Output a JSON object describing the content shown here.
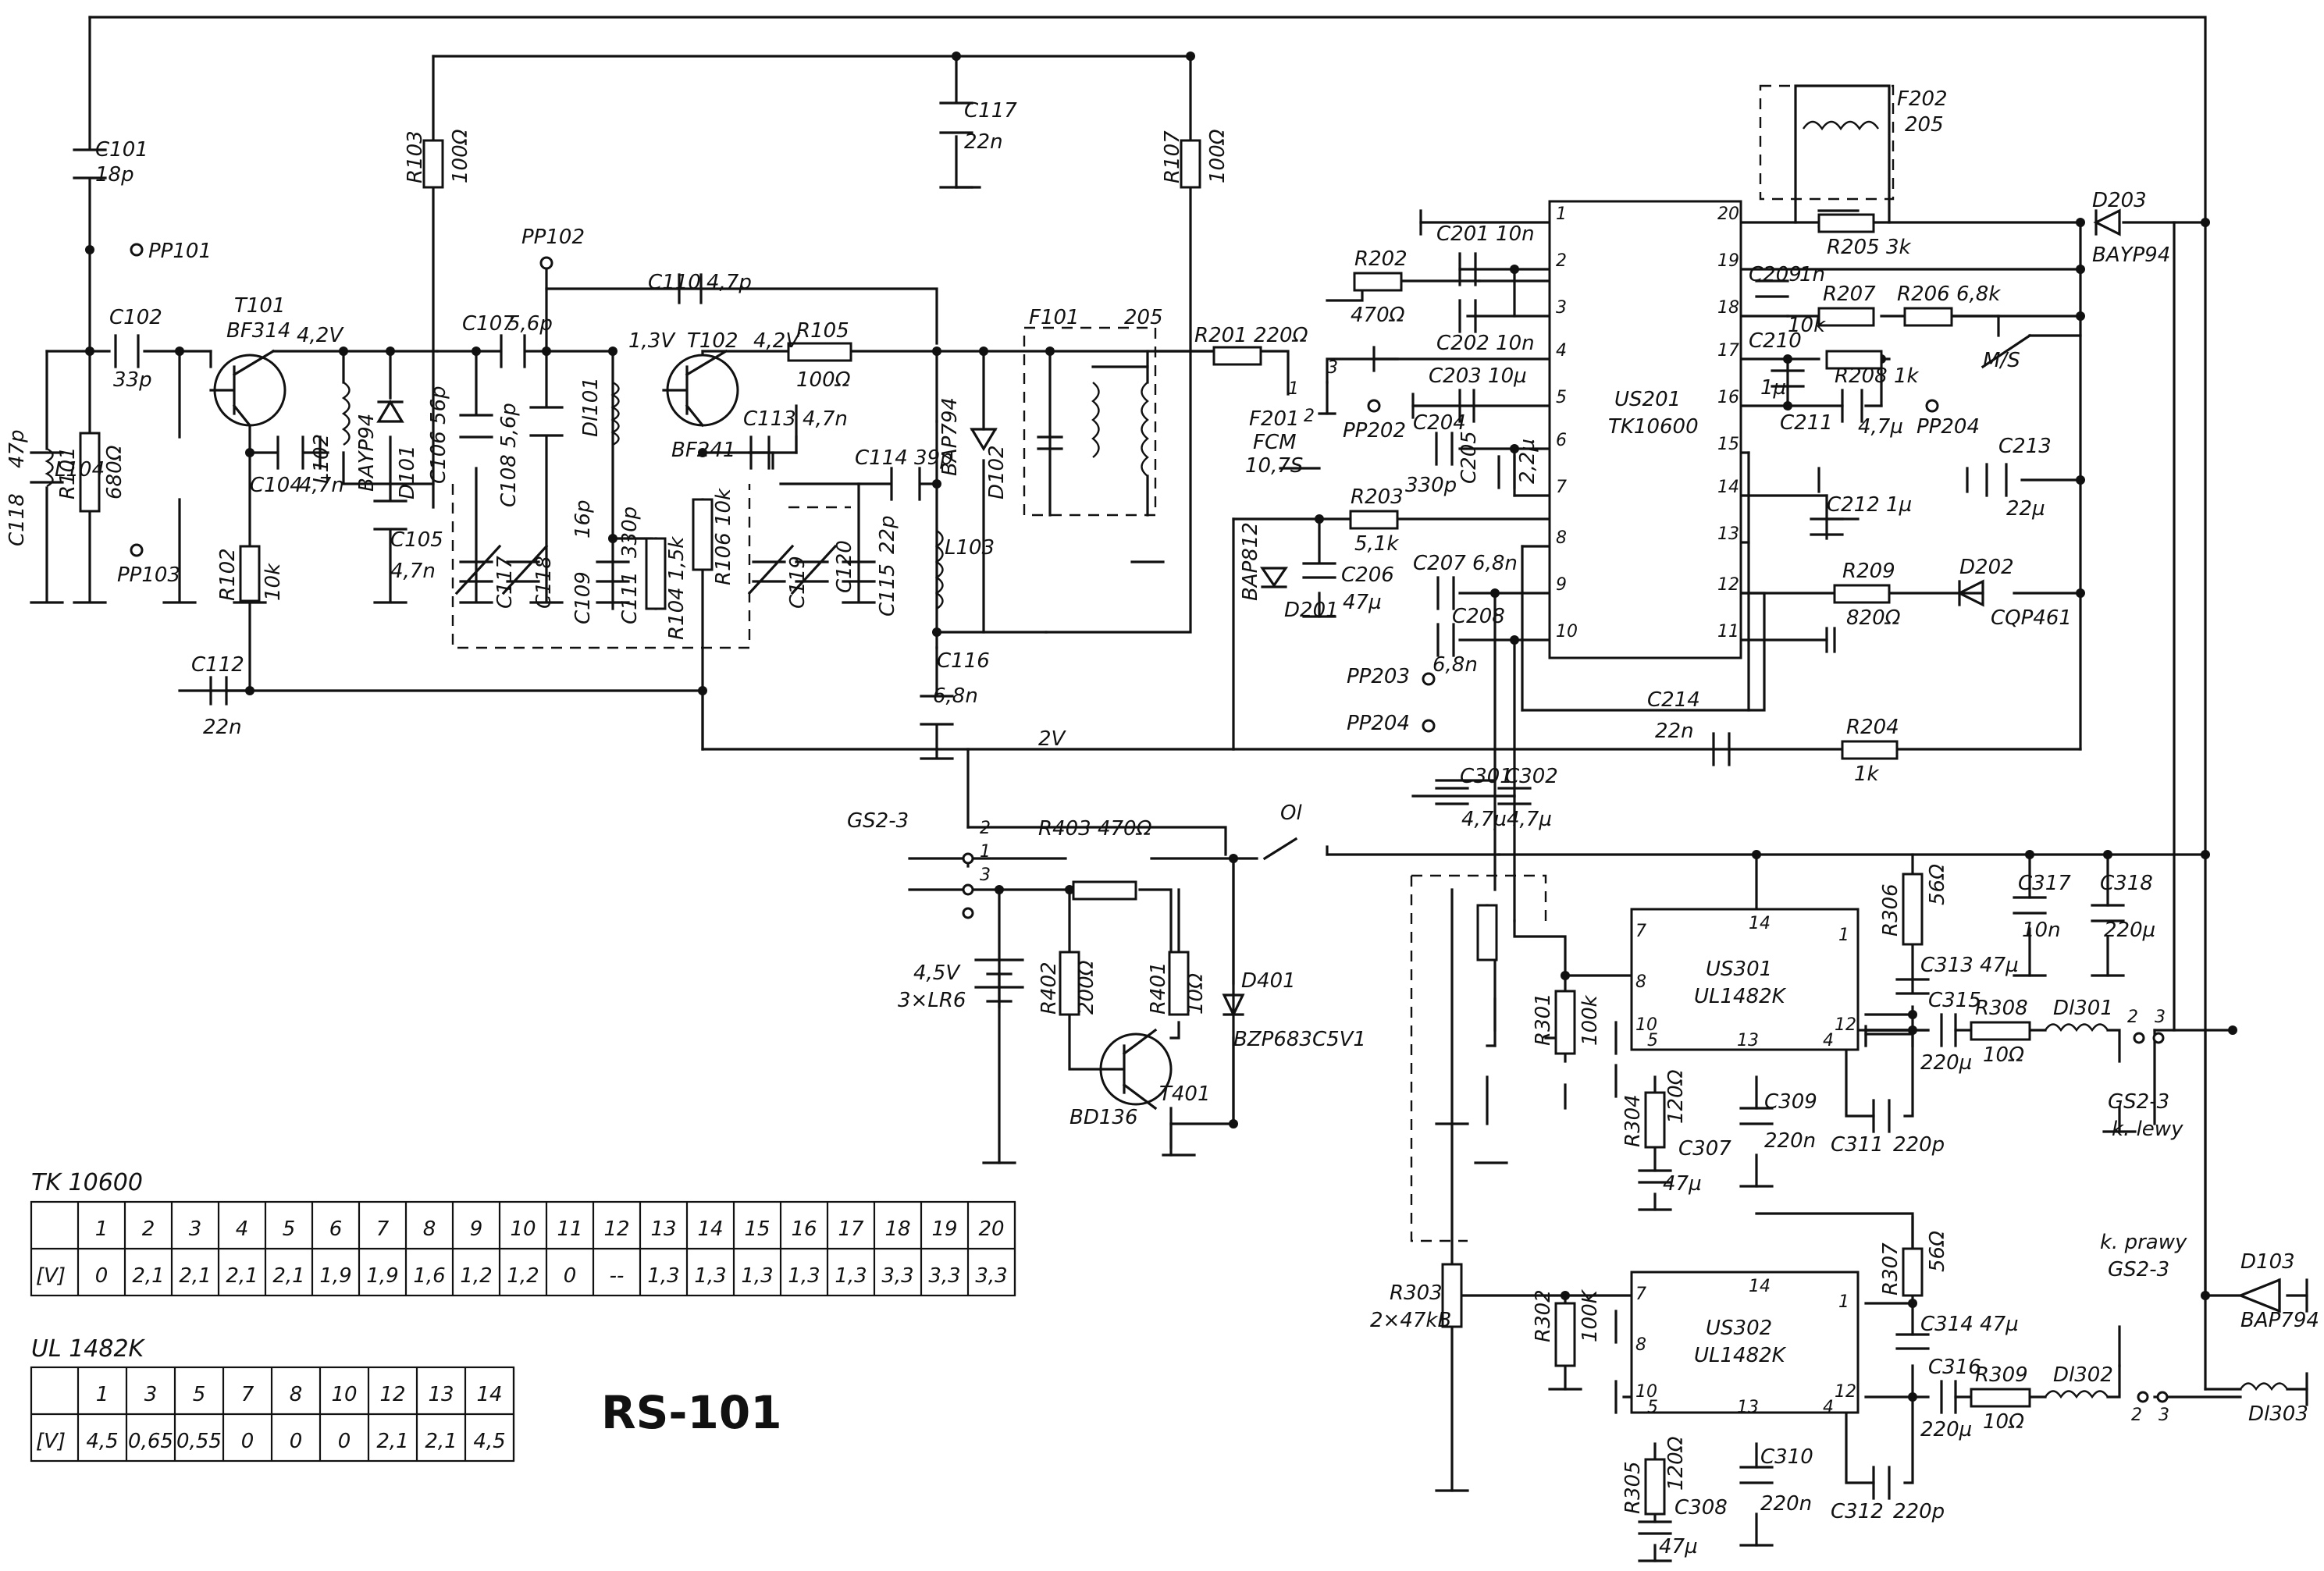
{
  "title": "RS-101",
  "components": {
    "C101": [
      "C101",
      "18p"
    ],
    "C102": [
      "C102",
      "33p"
    ],
    "C104": [
      "C104",
      "4,7n"
    ],
    "C105": [
      "C105",
      "4,7n"
    ],
    "C106": [
      "C106 56p"
    ],
    "C107": [
      "C107",
      "5,6p"
    ],
    "C108": [
      "C108 5,6p"
    ],
    "C109": [
      "C109",
      "16p"
    ],
    "C110": [
      "C110",
      "4,7p"
    ],
    "C111": [
      "C111",
      "330p"
    ],
    "C112": [
      "C112",
      "22n"
    ],
    "C113": [
      "C113 4,7n"
    ],
    "C114": [
      "C114 39p"
    ],
    "C115": [
      "C115",
      "22p"
    ],
    "C116": [
      "C116",
      "6,8n"
    ],
    "C117": [
      "C117",
      "22n"
    ],
    "C117b": [
      "C117"
    ],
    "C118": [
      "C118"
    ],
    "C118b": [
      "C118",
      "47p"
    ],
    "C119": [
      "C119"
    ],
    "C120": [
      "C120"
    ],
    "C201": [
      "C201 10n"
    ],
    "C202": [
      "C202 10n"
    ],
    "C203": [
      "C203 10µ"
    ],
    "C204": [
      "C204",
      "330p"
    ],
    "C205": [
      "C205",
      "2,2µ"
    ],
    "C206": [
      "C206",
      "47µ"
    ],
    "C207": [
      "C207 6,8n"
    ],
    "C208": [
      "C208",
      "6,8n"
    ],
    "C209": [
      "C209",
      "1n"
    ],
    "C210": [
      "C210",
      "1µ"
    ],
    "C211": [
      "C211",
      "4,7µ"
    ],
    "C212": [
      "C212 1µ"
    ],
    "C213": [
      "C213",
      "22µ"
    ],
    "C214": [
      "C214",
      "22n"
    ],
    "C301": [
      "C301",
      "4,7µ"
    ],
    "C302": [
      "C302",
      "4,7µ"
    ],
    "C307": [
      "C307",
      "47µ"
    ],
    "C308": [
      "C308",
      "47µ"
    ],
    "C309": [
      "C309",
      "220n"
    ],
    "C310": [
      "C310",
      "220n"
    ],
    "C311": [
      "C311",
      "220p"
    ],
    "C312": [
      "C312",
      "220p"
    ],
    "C313": [
      "C313 47µ"
    ],
    "C314": [
      "C314 47µ"
    ],
    "C315": [
      "C315",
      "220µ"
    ],
    "C316": [
      "C316",
      "220µ"
    ],
    "C317": [
      "C317",
      "10n"
    ],
    "C318": [
      "C318",
      "220µ"
    ],
    "R101": [
      "R101",
      "680Ω"
    ],
    "R102": [
      "R102",
      "10k"
    ],
    "R103": [
      "R103",
      "100Ω"
    ],
    "R104": [
      "R104 1,5k"
    ],
    "R105": [
      "R105",
      "100Ω"
    ],
    "R106": [
      "R106 10k"
    ],
    "R107": [
      "R107",
      "100Ω"
    ],
    "R201": [
      "R201 220Ω"
    ],
    "R202": [
      "R202",
      "470Ω"
    ],
    "R203": [
      "R203",
      "5,1k"
    ],
    "R204": [
      "R204",
      "1k"
    ],
    "R205": [
      "R205 3k"
    ],
    "R206": [
      "R206 6,8k"
    ],
    "R207": [
      "R207",
      "10k"
    ],
    "R208": [
      "R208 1k"
    ],
    "R209": [
      "R209",
      "820Ω"
    ],
    "R301": [
      "R301",
      "100k"
    ],
    "R302": [
      "R302",
      "100K"
    ],
    "R303": [
      "R303",
      "2×47kB"
    ],
    "R304": [
      "R304",
      "120Ω"
    ],
    "R305": [
      "R305",
      "120Ω"
    ],
    "R306": [
      "R306",
      "56Ω"
    ],
    "R307": [
      "R307",
      "56Ω"
    ],
    "R308": [
      "R308",
      "10Ω"
    ],
    "R309": [
      "R309",
      "10Ω"
    ],
    "R401": [
      "R401",
      "10Ω"
    ],
    "R402": [
      "R402",
      "200Ω"
    ],
    "R403": [
      "R403 470Ω"
    ],
    "T101": [
      "T101",
      "BF314"
    ],
    "T102": [
      "T102",
      "BF241"
    ],
    "T401": [
      "T401",
      "BD136"
    ],
    "D101": [
      "D101"
    ],
    "D102": [
      "D102"
    ],
    "D103": [
      "D103",
      "BAP794"
    ],
    "D201": [
      "D201"
    ],
    "D202": [
      "D202",
      "CQP461"
    ],
    "D203": [
      "D203",
      "BAYP94"
    ],
    "D401": [
      "D401",
      "BZP683C5V1"
    ],
    "BAYP94": [
      "BAYP94"
    ],
    "BAP794": [
      "BAP794"
    ],
    "BAP812": [
      "BAP812"
    ],
    "L102": [
      "L102"
    ],
    "L103": [
      "L103"
    ],
    "L104": [
      "L104"
    ],
    "Dl101": [
      "Dl101"
    ],
    "Dl301": [
      "Dl301"
    ],
    "Dl302": [
      "Dl302"
    ],
    "Dl303": [
      "Dl303"
    ],
    "F101": [
      "F101",
      "205"
    ],
    "F201": [
      "F201",
      "FCM",
      "10,7S"
    ],
    "F202": [
      "F202",
      "205"
    ],
    "US201": [
      "US201",
      "TK10600"
    ],
    "US301": [
      "US301",
      "UL1482K"
    ],
    "US302": [
      "US302",
      "UL1482K"
    ],
    "PP101": [
      "PP101"
    ],
    "PP102": [
      "PP102"
    ],
    "PP103": [
      "PP103"
    ],
    "PP202": [
      "PP202"
    ],
    "PP203": [
      "PP203"
    ],
    "PP204a": [
      "PP204"
    ],
    "PP204b": [
      "PP204"
    ],
    "MS": [
      "M/S"
    ],
    "O1": [
      "Ol"
    ],
    "BAT": [
      "4,5V",
      "3×LR6"
    ],
    "GS23a": [
      "GS2-3"
    ],
    "GS23L": [
      "GS2-3",
      "k. lewy"
    ],
    "GS23R": [
      "k. prawy",
      "GS2-3"
    ]
  },
  "voltages": {
    "v42a": "4,2V",
    "v13": "1,3V",
    "v42b": "4,2V",
    "v2": "2V"
  },
  "tk10600_table": {
    "title": "TK 10600",
    "unit": "[V]",
    "pins": [
      "1",
      "2",
      "3",
      "4",
      "5",
      "6",
      "7",
      "8",
      "9",
      "10",
      "11",
      "12",
      "13",
      "14",
      "15",
      "16",
      "17",
      "18",
      "19",
      "20"
    ],
    "values": [
      "0",
      "2,1",
      "2,1",
      "2,1",
      "2,1",
      "1,9",
      "1,9",
      "1,6",
      "1,2",
      "1,2",
      "0",
      "--",
      "1,3",
      "1,3",
      "1,3",
      "1,3",
      "1,3",
      "3,3",
      "3,3",
      "3,3"
    ]
  },
  "ul1482k_table": {
    "title": "UL 1482K",
    "unit": "[V]",
    "pins": [
      "1",
      "3",
      "5",
      "7",
      "8",
      "10",
      "12",
      "13",
      "14"
    ],
    "values": [
      "4,5",
      "0,65",
      "0,55",
      "0",
      "0",
      "0",
      "2,1",
      "2,1",
      "4,5"
    ]
  }
}
